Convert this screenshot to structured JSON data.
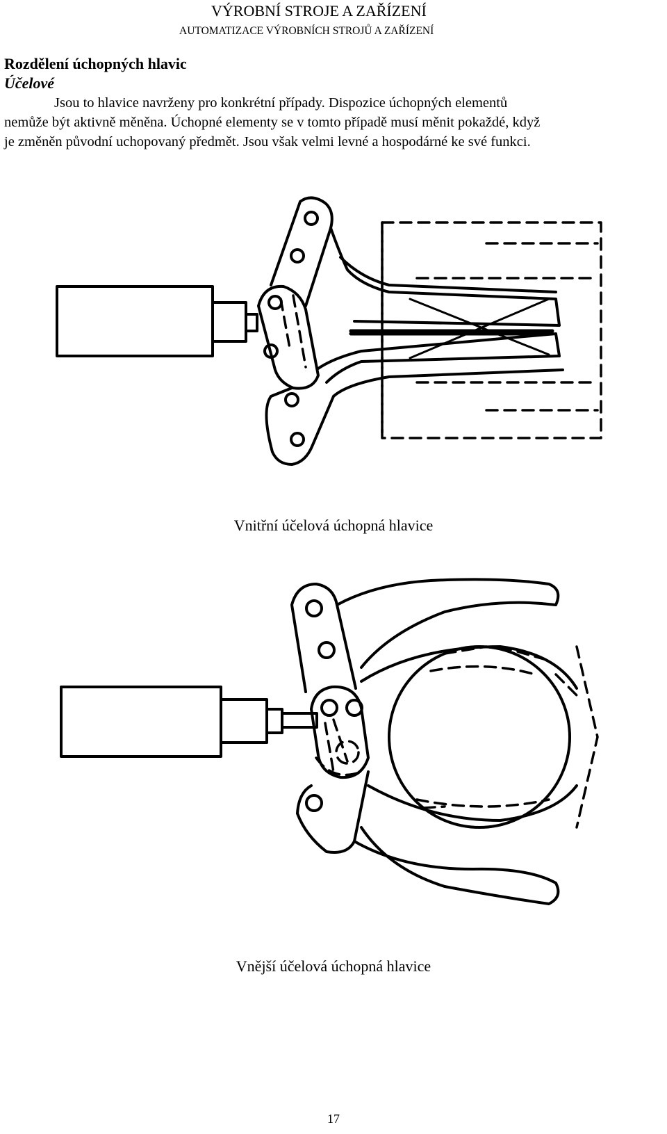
{
  "header": {
    "title": "VÝROBNÍ STROJE A ZAŘÍZENÍ",
    "subtitle": "AUTOMATIZACE VÝROBNÍCH STROJŮ A ZAŘÍZENÍ"
  },
  "section": {
    "title": "Rozdělení úchopných hlavic",
    "subtitle": "Účelové"
  },
  "paragraph": {
    "lines": [
      "Jsou to hlavice navrženy pro konkrétní případy. Dispozice úchopných elementů",
      "nemůže být aktivně měněna. Úchopné elementy se v tomto případě musí měnit pokaždé, když",
      "je změněn původní uchopovaný předmět. Jsou však velmi levné a hospodárné ke své funkci."
    ]
  },
  "figures": [
    {
      "caption": "Vnitřní účelová úchopná hlavice"
    },
    {
      "caption": "Vnější účelová úchopná hlavice"
    }
  ],
  "page_number": "17"
}
